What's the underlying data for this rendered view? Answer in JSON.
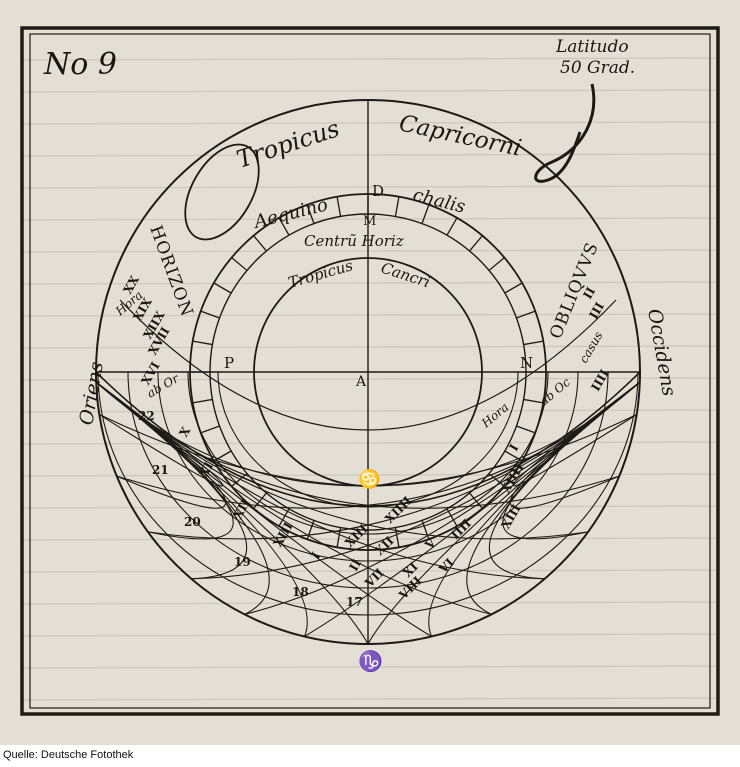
{
  "plate": {
    "number": "No 9",
    "latitude_line1": "Latitudo",
    "latitude_line2": "50 Grad.",
    "colors": {
      "paper": "#e3ded3",
      "ink": "#1d1a15",
      "bleed": "#cfc9bd"
    }
  },
  "labels": {
    "tropicus_cap_1": "Tropicus",
    "tropicus_cap_2": "Capricorni",
    "aequinoctialis_1": "Aequino",
    "aequinoctialis_2": "chalis",
    "point_d": "D",
    "point_m": "M",
    "centrum_horiz": "Centrũ Horiz",
    "tropicus_cancri_1": "Tropicus",
    "tropicus_cancri_2": "Cancri",
    "horizon": "HORIZON",
    "obliquus": "OBLIQVVS",
    "oriens": "Oriens",
    "occidens": "Occidens",
    "point_p": "P",
    "point_n": "N",
    "point_a": "A",
    "zenith_symbol": "♋",
    "nadir_symbol": "♑",
    "ab_or": "ab Or",
    "ab_oc": "ab Oc",
    "casus": "casus",
    "hora": "Hora",
    "hora_r": "Hora"
  },
  "hours": {
    "italic_left": [
      "XX",
      "XIX",
      "XIIX",
      "XVII",
      "XVI"
    ],
    "babylonic_left": [
      "22",
      "21",
      "20",
      "19",
      "18",
      "17"
    ],
    "babylonic_right": [
      "X",
      "XI",
      "XII",
      "XIII",
      "I",
      "II"
    ],
    "lower_roman": [
      "XIIII",
      "XIII",
      "XII",
      "XI",
      "VII",
      "VIII",
      "V",
      "VI",
      "IIII"
    ],
    "right_side": [
      "II",
      "III",
      "IIII",
      "I",
      "XIIII",
      "XIII"
    ]
  },
  "caption": "Quelle: Deutsche Fotothek"
}
